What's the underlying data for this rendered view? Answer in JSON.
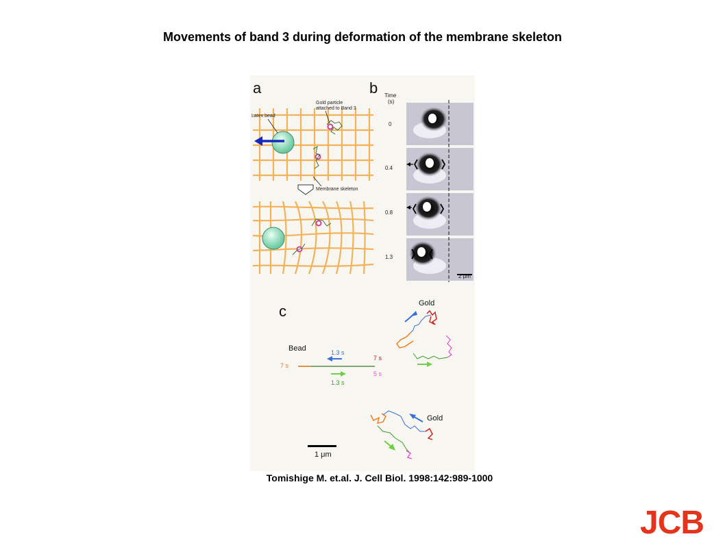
{
  "slide": {
    "title": "Movements of band 3 during deformation of the membrane skeleton",
    "citation": "Tomishige M. et.al. J. Cell Biol. 1998:142:989-1000",
    "logo": "JCB"
  },
  "colors": {
    "logo": "#e4341c",
    "skeleton": "#f2b25a",
    "bead": "#9ee0c0",
    "arrow_blue": "#1a28b8",
    "particle": "#d0409a",
    "trace_blue": "#3a6fd8",
    "trace_red": "#d01818",
    "trace_magenta": "#e050d0",
    "trace_green": "#3c9a2a",
    "trace_orange": "#ee7a18"
  },
  "figure": {
    "panel_a": {
      "label": "a",
      "latex_bead": "Latex bead",
      "gold_particle_line1": "Gold particle",
      "gold_particle_line2": "attached to Band 3",
      "membrane_skeleton": "Membrane skeleton"
    },
    "panel_b": {
      "label": "b",
      "time_header": "Time",
      "time_unit": "(s)",
      "times": [
        "0",
        "0.4",
        "0.8",
        "1.3"
      ],
      "scale_bar": "2 μm"
    },
    "panel_c": {
      "label": "c",
      "gold_top": "Gold",
      "gold_bottom": "Gold",
      "bead": "Bead",
      "blue_time": "1.3 s",
      "green_time": "1.3 s",
      "orange_time": "7 s",
      "red_time": "7 s",
      "magenta_time": "5 s",
      "scale_bar": "1 μm"
    }
  }
}
